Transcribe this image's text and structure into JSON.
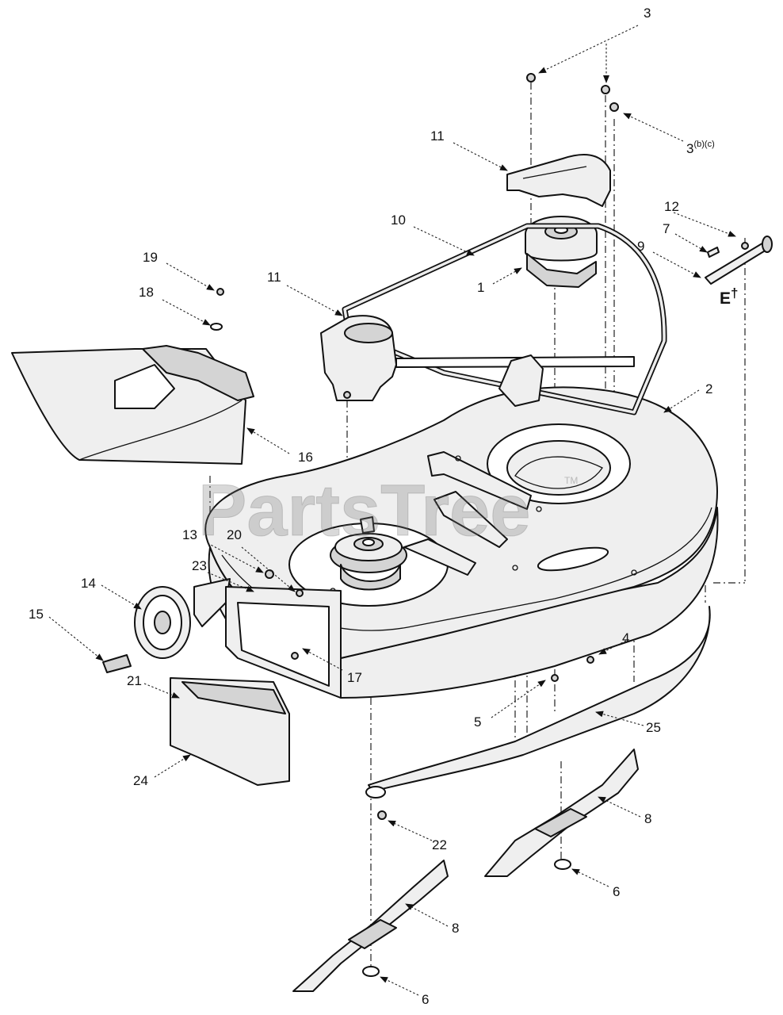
{
  "watermark": {
    "text": "PartsTree",
    "mark": "TM"
  },
  "callouts": {
    "c3a": "3",
    "c3b": "3",
    "c3bc_sup": "(b)(c)",
    "c11a": "11",
    "c11b": "11",
    "c12": "12",
    "c7": "7",
    "c9": "9",
    "c10": "10",
    "c1": "1",
    "cE": "E",
    "cE_dagger": "†",
    "c19": "19",
    "c18": "18",
    "c16": "16",
    "c2": "2",
    "c13": "13",
    "c20": "20",
    "c23": "23",
    "c14": "14",
    "c15": "15",
    "c17": "17",
    "c21": "21",
    "c4": "4",
    "c5": "5",
    "c25": "25",
    "c24": "24",
    "c22": "22",
    "c8a": "8",
    "c6a": "6",
    "c8b": "8",
    "c6b": "6"
  },
  "icons": [
    "arrow-icon"
  ]
}
